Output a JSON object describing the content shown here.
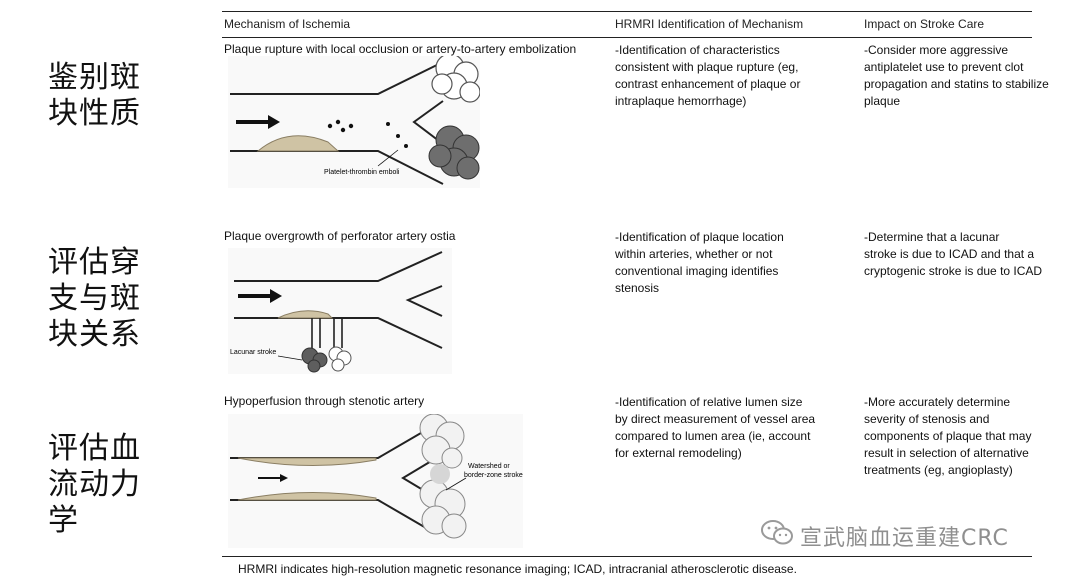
{
  "side_labels": {
    "row1": "鉴别斑\n块性质",
    "row2": "评估穿\n支与斑\n块关系",
    "row3": "评估血\n流动力\n学"
  },
  "headers": {
    "mechanism": "Mechanism of Ischemia",
    "hrmri": "HRMRI Identification of Mechanism",
    "impact": "Impact on Stroke Care"
  },
  "rows": [
    {
      "mechanism": "Plaque rupture with local occlusion or artery-to-artery embolization",
      "diagram_label": "Platelet-thrombin emboli",
      "hrmri": "-Identification of characteristics\nconsistent with plaque rupture (eg,\ncontrast enhancement of plaque or\nintraplaque hemorrhage)",
      "impact": "-Consider more aggressive\nantiplatelet use to prevent clot\npropagation and statins to stabilize\nplaque"
    },
    {
      "mechanism": "Plaque overgrowth of perforator artery ostia",
      "diagram_label": "Lacunar stroke",
      "hrmri": "-Identification of plaque location\nwithin arteries, whether or not\nconventional imaging identifies\nstenosis",
      "impact": "-Determine that a lacunar\nstroke is due to ICAD and that a\ncryptogenic stroke is due to ICAD"
    },
    {
      "mechanism": "Hypoperfusion through stenotic artery",
      "diagram_label": "Watershed or\nborder-zone stroke",
      "hrmri": "-Identification of relative lumen size\nby direct measurement of vessel area\ncompared to lumen area (ie, account\nfor external remodeling)",
      "impact": "-More accurately determine\nseverity of stenosis and\ncomponents of plaque that may\nresult in selection of alternative\ntreatments (eg, angioplasty)"
    }
  ],
  "footnote": "HRMRI indicates high-resolution magnetic resonance imaging; ICAD, intracranial atherosclerotic disease.",
  "watermark": {
    "icon": "wechat-icon",
    "text": "宣武脑血运重建CRC"
  }
}
